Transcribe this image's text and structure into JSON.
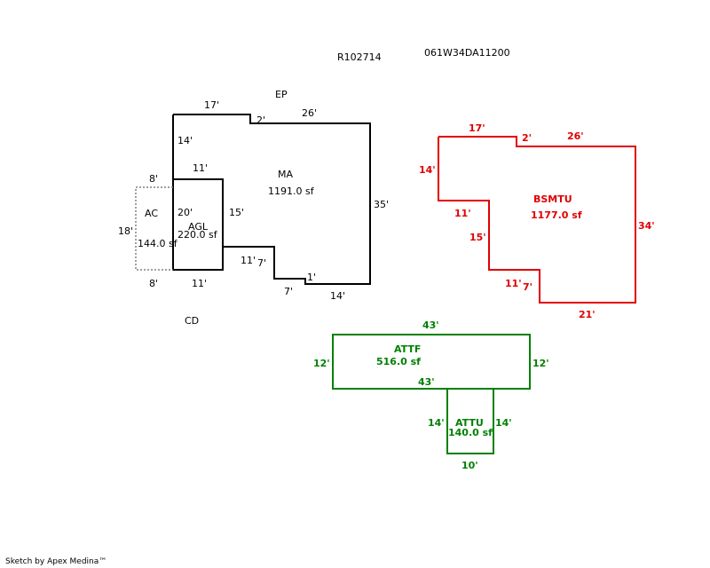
{
  "header": {
    "parcel_id": "R102714",
    "map_number": "061W34DA11200"
  },
  "colors": {
    "main": "#000000",
    "basement": "#e00000",
    "attic": "#008000",
    "dotted": "#808080"
  },
  "areas": {
    "ma": {
      "code": "MA",
      "area": "1191.0 sf"
    },
    "agl": {
      "code": "AGL",
      "area": "220.0 sf"
    },
    "ac": {
      "code": "AC",
      "area": "144.0 sf"
    },
    "bsmtu": {
      "code": "BSMTU",
      "area": "1177.0 sf"
    },
    "attf": {
      "code": "ATTF",
      "area": "516.0 sf"
    },
    "attu": {
      "code": "ATTU",
      "area": "140.0 sf"
    }
  },
  "labels": {
    "ep": "EP",
    "cd": "CD"
  },
  "dims": {
    "ma_top_left": "17'",
    "ma_step": "2'",
    "ma_top_right": "26'",
    "ma_left_upper": "14'",
    "ma_right": "35'",
    "ma_notch_h": "11'",
    "ma_notch_v": "7'",
    "ma_notch_bottom": "7'",
    "ma_small_step": "1'",
    "ma_bottom_right": "14'",
    "agl_top": "11'",
    "agl_left": "20'",
    "agl_right": "15'",
    "agl_bottom": "11'",
    "ac_top": "8'",
    "ac_left": "18'",
    "ac_bottom": "8'",
    "bs_top_left": "17'",
    "bs_step": "2'",
    "bs_top_right": "26'",
    "bs_left_upper": "14'",
    "bs_right": "34'",
    "bs_notch_h": "11'",
    "bs_left_lower": "15'",
    "bs_notch_h2": "11'",
    "bs_notch_v": "7'",
    "bs_bottom": "21'",
    "attf_top": "43'",
    "attf_left": "12'",
    "attf_right": "12'",
    "attf_bottom": "43'",
    "attu_left": "14'",
    "attu_right": "14'",
    "attu_bottom": "10'"
  },
  "footer": "Sketch by Apex Medina™"
}
